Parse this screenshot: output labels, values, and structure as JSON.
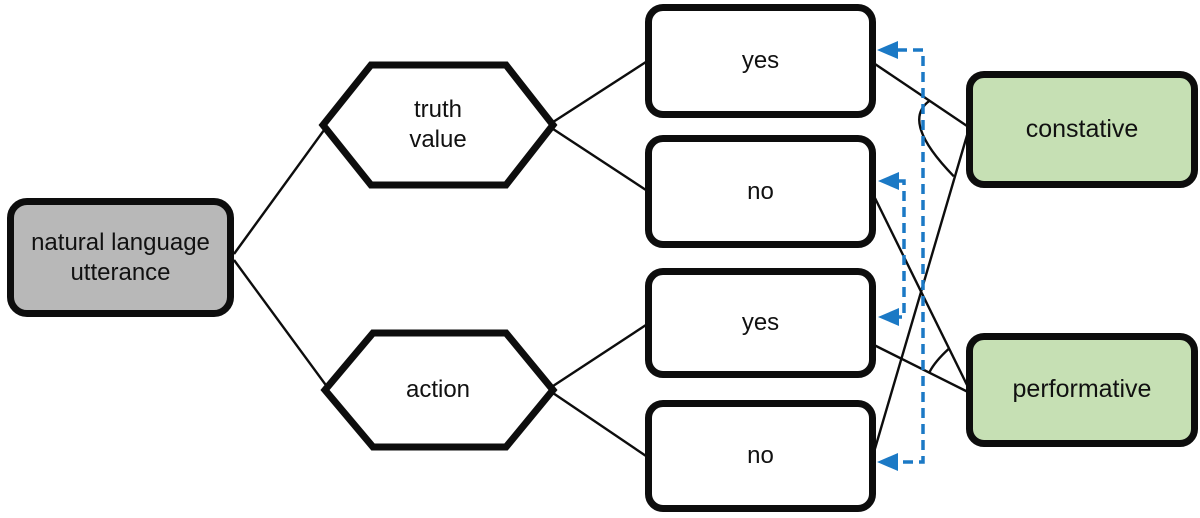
{
  "diagram": {
    "nodes": {
      "root": {
        "label": "natural language utterance"
      },
      "criteria": [
        {
          "id": "truth-value",
          "label": "truth value"
        },
        {
          "id": "action",
          "label": "action"
        }
      ],
      "outcomes": [
        {
          "id": "truth-yes",
          "label": "yes"
        },
        {
          "id": "truth-no",
          "label": "no"
        },
        {
          "id": "action-yes",
          "label": "yes"
        },
        {
          "id": "action-no",
          "label": "no"
        }
      ],
      "categories": [
        {
          "id": "constative",
          "label": "constative"
        },
        {
          "id": "performative",
          "label": "performative"
        }
      ]
    },
    "colors": {
      "root_fill": "#b8b8b8",
      "category_fill": "#c6e0b4",
      "outcome_fill": "#ffffff",
      "border_and_lines": "#0d0d0d",
      "dashed_arrow_blue": "#1b79c5"
    }
  }
}
